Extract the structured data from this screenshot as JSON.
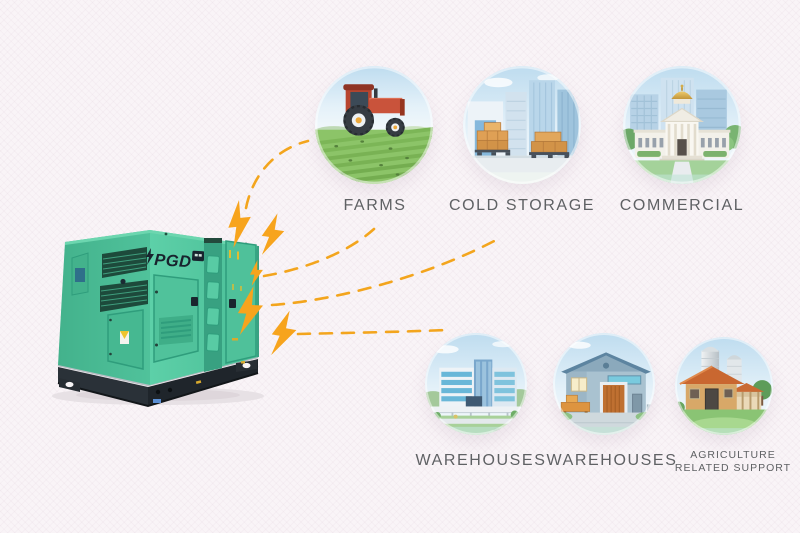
{
  "diagram": {
    "title": "Diesel generator application areas infographic",
    "generator": {
      "brand": "PGD",
      "type": "silent diesel generator canopy",
      "body_color": "#52C49C",
      "base_color": "#20262D"
    },
    "top_row": [
      {
        "id": "farms",
        "label": "FARMS",
        "icon": "tractor-field-icon"
      },
      {
        "id": "cold-storage",
        "label": "COLD STORAGE",
        "icon": "pallet-warehouse-icon"
      },
      {
        "id": "commercial",
        "label": "COMMERCIAL",
        "icon": "domed-building-icon"
      }
    ],
    "bottom_row": [
      {
        "id": "warehouses-1",
        "label": "WAREHOUSES",
        "icon": "office-building-icon"
      },
      {
        "id": "warehouses-2",
        "label": "WAREHOUSES",
        "icon": "warehouse-shed-icon"
      },
      {
        "id": "agriculture-related-support",
        "label_line1": "AGRICULTURE",
        "label_line2": "RELATED SUPPORT",
        "icon": "farm-silos-icon"
      }
    ],
    "connections": {
      "style": "dashed-curves",
      "count": 4,
      "lightning_bolt_count": 5,
      "color": "#F3A51D"
    },
    "colors": {
      "background": "#F9F4F7",
      "accent_orange": "#F3A51D",
      "label_gray": "#5F6164"
    }
  }
}
